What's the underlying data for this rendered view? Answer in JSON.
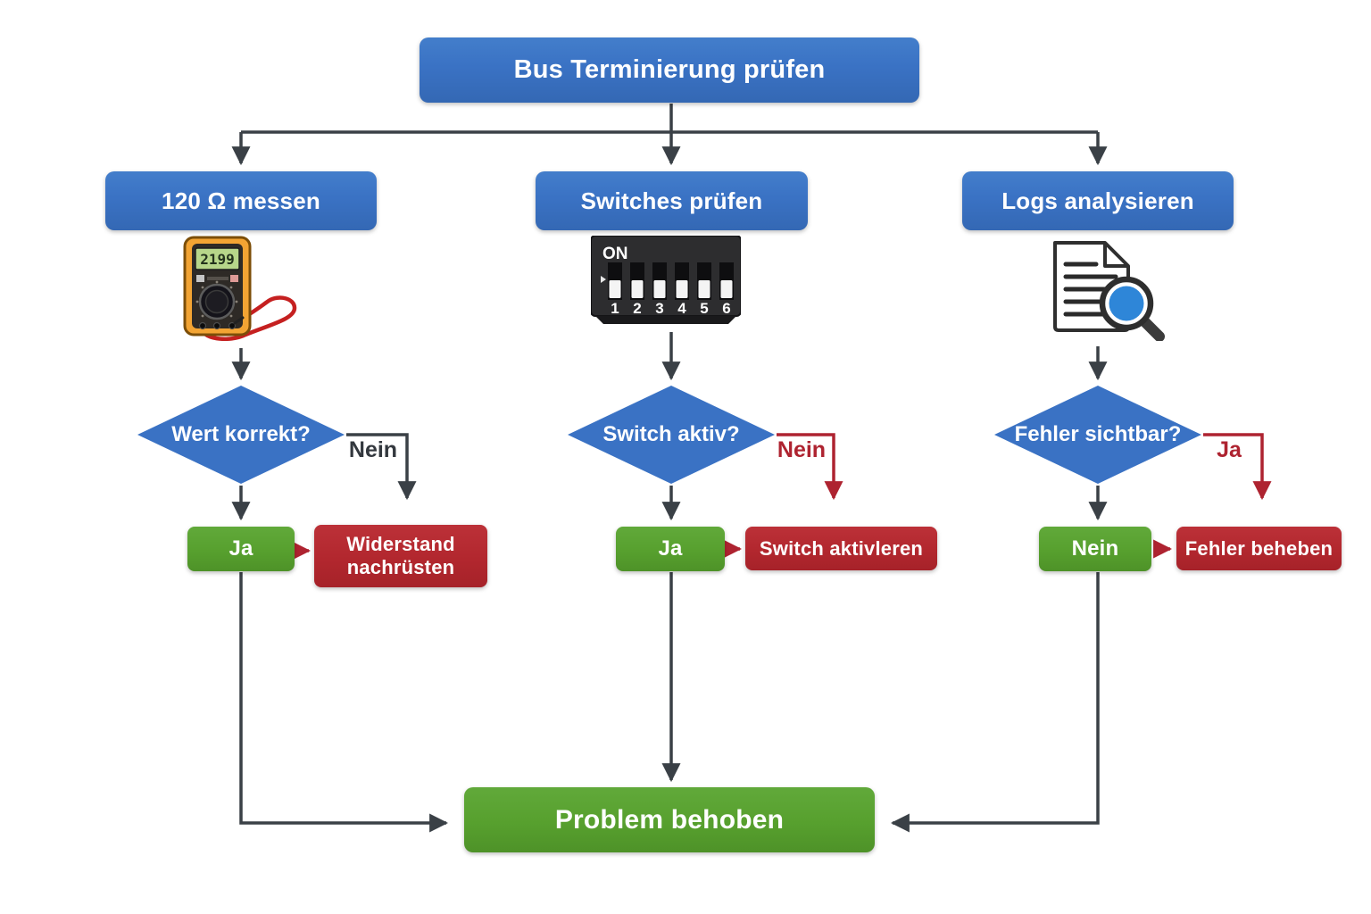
{
  "page": {
    "background": "#ffffff"
  },
  "colors": {
    "node_blue": "#3a72c4",
    "node_green": "#57a02e",
    "node_red": "#b2272e",
    "line_dark": "#3a4046",
    "line_red": "#ae2330",
    "text_light": "#ffffff",
    "magnifier_lens_blue": "#2e86d8",
    "multimeter_body_orange": "#f3a433",
    "lcd_green": "#b7d68a"
  },
  "flowchart": {
    "root": {
      "label": "Bus Terminierung prüfen"
    },
    "branches": [
      {
        "step": "120 Ω messen",
        "icon": "multimeter-icon",
        "decision": "Wert korrekt?",
        "no_path_label": "Nein",
        "result_label": "Ja",
        "action": "Widerstand nachrüsten"
      },
      {
        "step": "Switches prüfen",
        "icon": "dip-switch-icon",
        "decision": "Switch aktiv?",
        "no_path_label": "Nein",
        "result_label": "Ja",
        "action": "Switch aktivleren"
      },
      {
        "step": "Logs analysieren",
        "icon": "document-magnifier-icon",
        "decision": "Fehler sichtbar?",
        "no_path_label": "Ja",
        "result_label": "Nein",
        "action": "Fehler beheben"
      }
    ],
    "end": {
      "label": "Problem behoben"
    }
  },
  "icons": {
    "multimeter": {
      "display": "2199"
    },
    "dip_switch": {
      "on_label": "ON",
      "numbers": [
        "1",
        "2",
        "3",
        "4",
        "5",
        "6"
      ]
    }
  }
}
